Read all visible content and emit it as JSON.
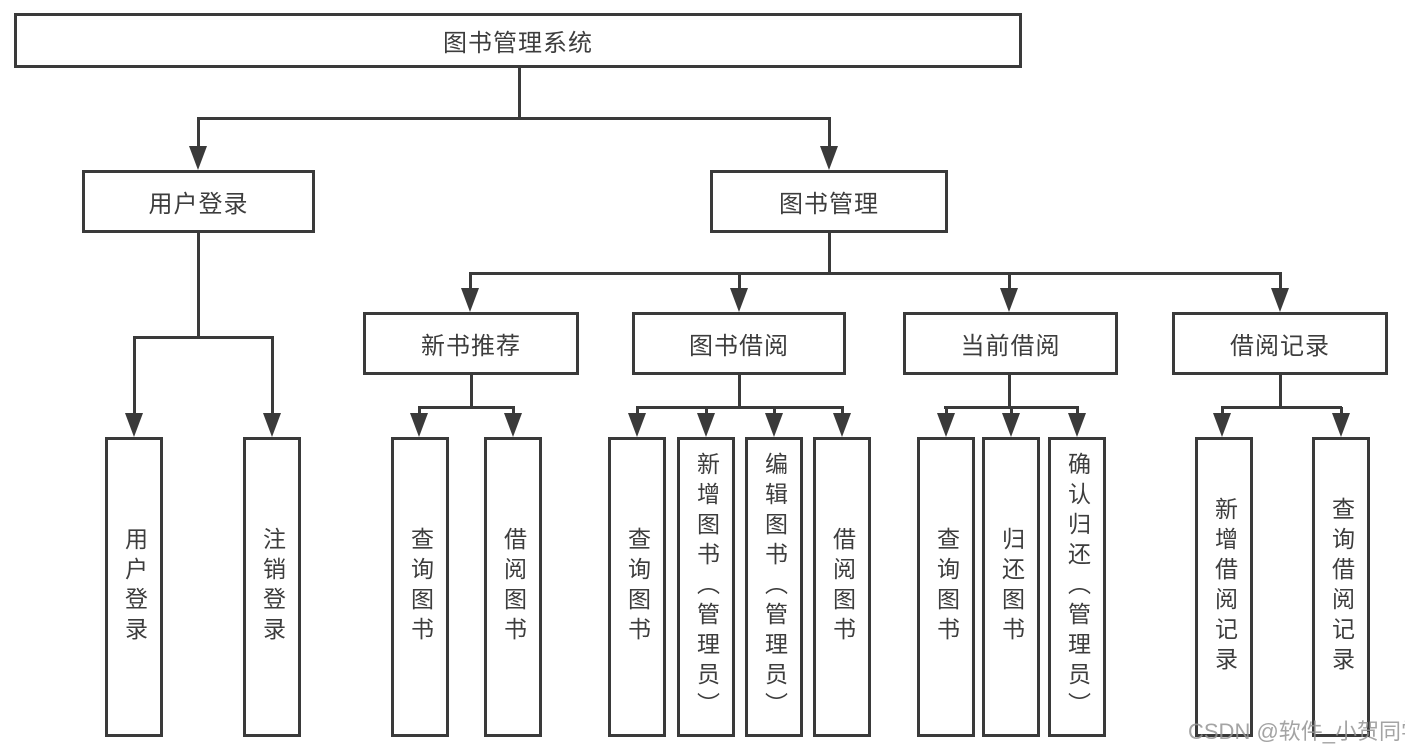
{
  "tree": {
    "label": "图书管理系统",
    "children": [
      {
        "label": "用户登录",
        "children": [
          {
            "label": "用户登录"
          },
          {
            "label": "注销登录"
          }
        ]
      },
      {
        "label": "图书管理",
        "children": [
          {
            "label": "新书推荐",
            "children": [
              {
                "label": "查询图书"
              },
              {
                "label": "借阅图书"
              }
            ]
          },
          {
            "label": "图书借阅",
            "children": [
              {
                "label": "查询图书"
              },
              {
                "label": "新增图书（管理员）"
              },
              {
                "label": "编辑图书（管理员）"
              },
              {
                "label": "借阅图书"
              }
            ]
          },
          {
            "label": "当前借阅",
            "children": [
              {
                "label": "查询图书"
              },
              {
                "label": "归还图书"
              },
              {
                "label": "确认归还（管理员）"
              }
            ]
          },
          {
            "label": "借阅记录",
            "children": [
              {
                "label": "新增借阅记录"
              },
              {
                "label": "查询借阅记录"
              }
            ]
          }
        ]
      }
    ]
  },
  "watermark": {
    "text": "CSDN @软件_小贺同学"
  },
  "colors": {
    "line": "#3a3a3a",
    "text": "#3d3d3d",
    "background": "#ffffff",
    "watermark": "#949494"
  }
}
